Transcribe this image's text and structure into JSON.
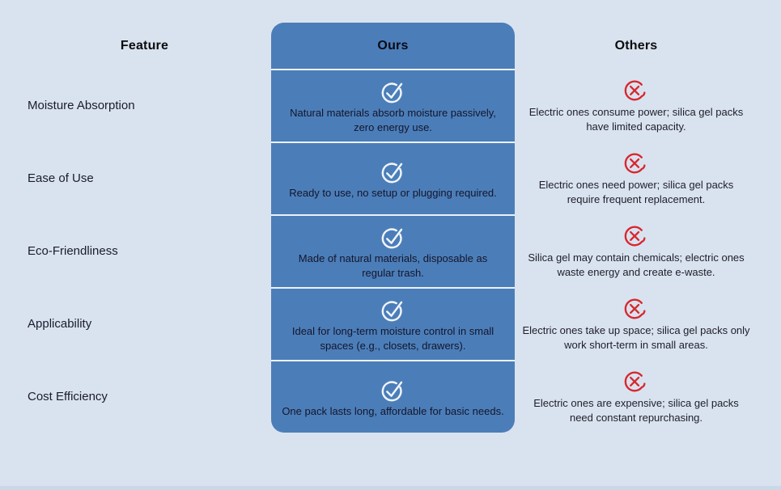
{
  "table": {
    "columns": {
      "feature": "Feature",
      "ours": "Ours",
      "others": "Others"
    },
    "rows": [
      {
        "feature": "Moisture Absorption",
        "ours": "Natural materials absorb moisture passively, zero energy use.",
        "others": "Electric ones consume power; silica gel packs have limited capacity."
      },
      {
        "feature": "Ease of Use",
        "ours": "Ready to use, no setup or plugging required.",
        "others": "Electric ones need power; silica gel packs require frequent replacement."
      },
      {
        "feature": "Eco-Friendliness",
        "ours": "Made of natural materials, disposable as regular trash.",
        "others": "Silica gel may contain chemicals; electric ones waste energy and create e-waste."
      },
      {
        "feature": "Applicability",
        "ours": "Ideal for long-term moisture control in small spaces (e.g., closets, drawers).",
        "others": "Electric ones take up space; silica gel packs only work short-term in small areas."
      },
      {
        "feature": "Cost Efficiency",
        "ours": "One pack lasts long, affordable for basic needs.",
        "others": "Electric ones are expensive; silica gel packs need constant repurchasing."
      }
    ],
    "icons": {
      "ours": "check-circle-icon",
      "others": "x-circle-icon"
    },
    "colors": {
      "background": "#d9e3ef",
      "card_blue": "#4b7eb9",
      "divider": "#edf1f7",
      "check_white": "#f0f5fa",
      "x_red": "#d7282f",
      "text_dark": "#15152a"
    }
  }
}
